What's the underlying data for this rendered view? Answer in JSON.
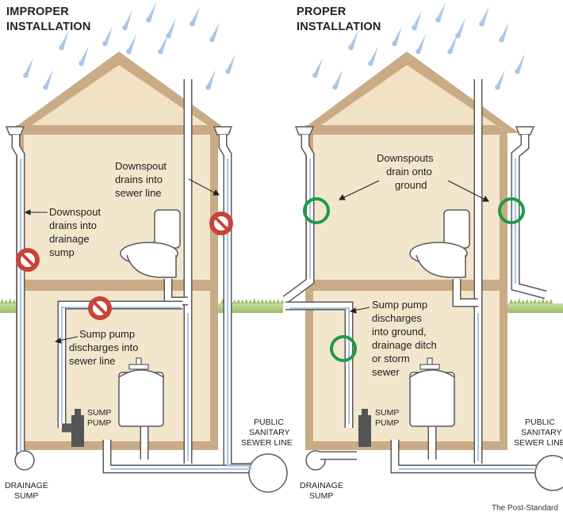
{
  "panels": {
    "improper": {
      "title_line1": "IMPROPER",
      "title_line2": "INSTALLATION",
      "label_downspout_sewer": [
        "Downspout",
        "drains into",
        "sewer line"
      ],
      "label_downspout_sump": [
        "Downspout",
        "drains into",
        "drainage",
        "sump"
      ],
      "label_sump_pump_discharge": [
        "Sump pump",
        "discharges into",
        "sewer line"
      ],
      "sump_pump": [
        "SUMP",
        "PUMP"
      ],
      "public_sewer": [
        "PUBLIC",
        "SANITARY",
        "SEWER LINE"
      ],
      "drainage_sump": [
        "DRAINAGE",
        "SUMP"
      ],
      "marker_icon": "prohibited-icon"
    },
    "proper": {
      "title_line1": "PROPER",
      "title_line2": "INSTALLATION",
      "label_downspouts": [
        "Downspouts",
        "drain onto",
        "ground"
      ],
      "label_sump_pump_discharge": [
        "Sump pump",
        "discharges",
        "into ground,",
        "drainage ditch",
        "or storm",
        "sewer"
      ],
      "sump_pump": [
        "SUMP",
        "PUMP"
      ],
      "public_sewer": [
        "PUBLIC",
        "SANITARY",
        "SEWER LINE"
      ],
      "drainage_sump": [
        "DRAINAGE",
        "SUMP"
      ],
      "marker_icon": "approved-circle-icon"
    }
  },
  "credit": "The Post-Standard",
  "colors": {
    "house_fill": "#f2e6cd",
    "house_frame": "#c9ab86",
    "roof_inner": "#f0e2c2",
    "pipe_outline": "#5a5a5a",
    "water_flow": "#a9c6e6",
    "rain": "#a9c6e6",
    "grass": "#9bbf6a",
    "prohibited": "#c8433a",
    "approved": "#1e9a46",
    "pump": "#555555"
  }
}
